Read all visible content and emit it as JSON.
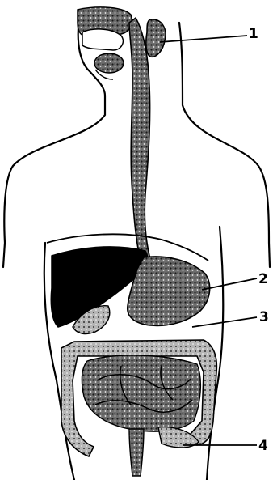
{
  "figure": {
    "labels": [
      {
        "id": "1",
        "text": "1"
      },
      {
        "id": "2",
        "text": "2"
      },
      {
        "id": "3",
        "text": "3"
      },
      {
        "id": "4",
        "text": "4"
      }
    ]
  }
}
